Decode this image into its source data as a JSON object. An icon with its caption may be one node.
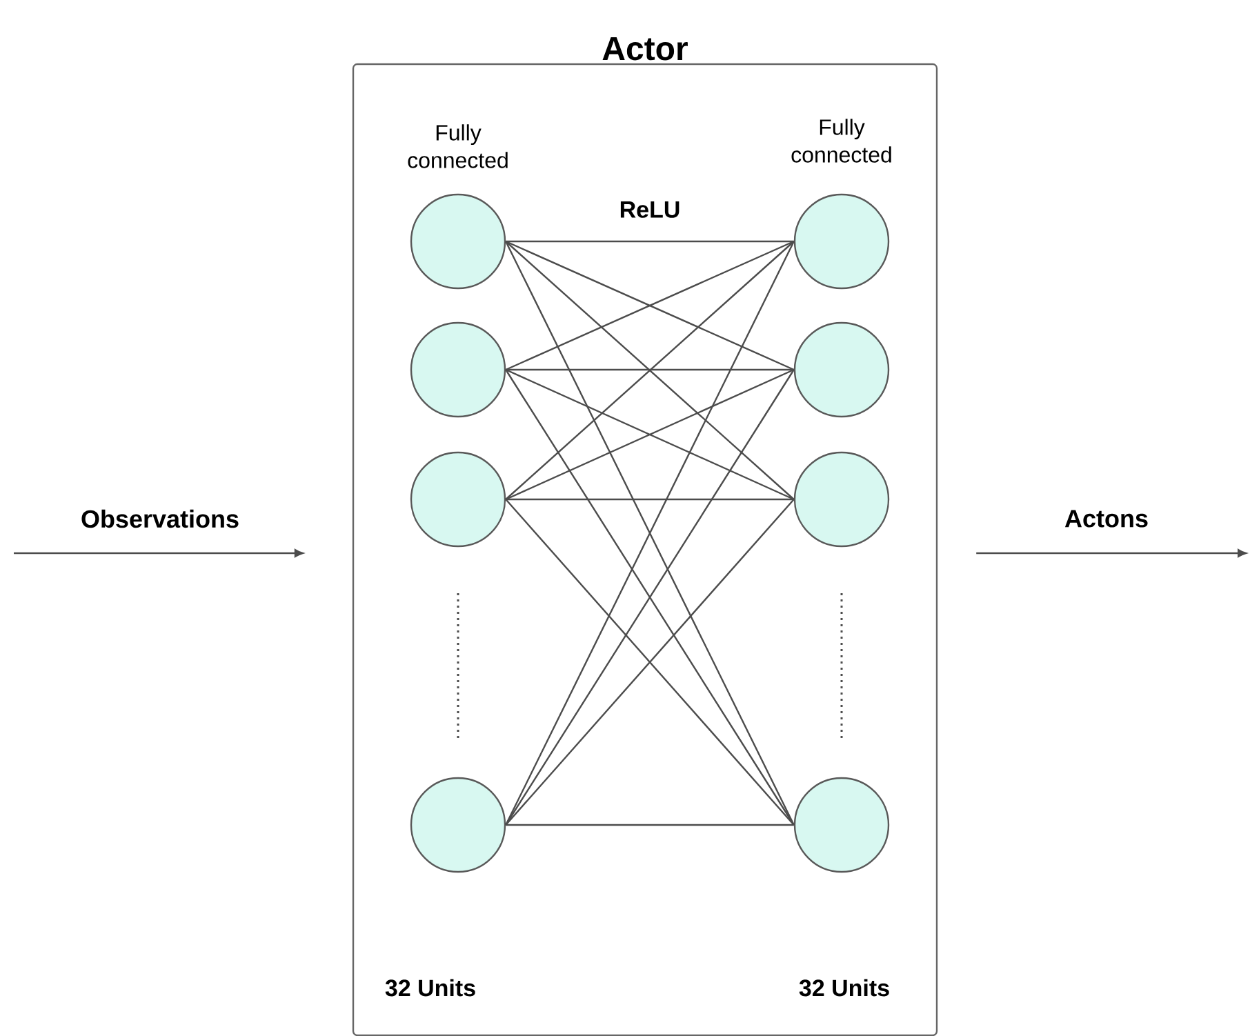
{
  "diagram": {
    "nodes": [
      {
        "text": [
          "Actor"
        ]
      },
      {
        "text": [],
        "shape": "circle",
        "in": 0
      },
      {
        "text": [],
        "shape": "circle",
        "in": 0
      },
      {
        "text": [],
        "shape": "circle",
        "in": 0
      },
      {
        "text": [],
        "shape": "circle",
        "in": 0
      },
      {
        "text": [],
        "shape": "circle",
        "in": 0
      },
      {
        "text": [],
        "shape": "circle",
        "in": 0
      },
      {
        "text": [],
        "shape": "circle",
        "in": 0
      },
      {
        "text": [],
        "shape": "circle",
        "in": 0
      }
    ],
    "edges": [
      {
        "from": null,
        "to": 0,
        "arrow": "to",
        "label": "Observations"
      },
      {
        "from": 0,
        "to": null,
        "arrow": "to",
        "label": "Actons"
      },
      {
        "from": 1,
        "to": 5,
        "arrow": "none"
      },
      {
        "from": 1,
        "to": 6,
        "arrow": "none"
      },
      {
        "from": 1,
        "to": 7,
        "arrow": "none"
      },
      {
        "from": 1,
        "to": 8,
        "arrow": "none"
      },
      {
        "from": 2,
        "to": 5,
        "arrow": "none"
      },
      {
        "from": 2,
        "to": 6,
        "arrow": "none"
      },
      {
        "from": 2,
        "to": 7,
        "arrow": "none"
      },
      {
        "from": 2,
        "to": 8,
        "arrow": "none"
      },
      {
        "from": 3,
        "to": 5,
        "arrow": "none"
      },
      {
        "from": 3,
        "to": 6,
        "arrow": "none"
      },
      {
        "from": 3,
        "to": 7,
        "arrow": "none"
      },
      {
        "from": 3,
        "to": 8,
        "arrow": "none"
      },
      {
        "from": 4,
        "to": 5,
        "arrow": "none"
      },
      {
        "from": 4,
        "to": 6,
        "arrow": "none"
      },
      {
        "from": 4,
        "to": 7,
        "arrow": "none"
      },
      {
        "from": 4,
        "to": 8,
        "arrow": "none"
      }
    ],
    "labels": [
      "Fully connected",
      "Fully connected",
      "ReLU",
      "32 Units",
      "32 Units"
    ]
  }
}
